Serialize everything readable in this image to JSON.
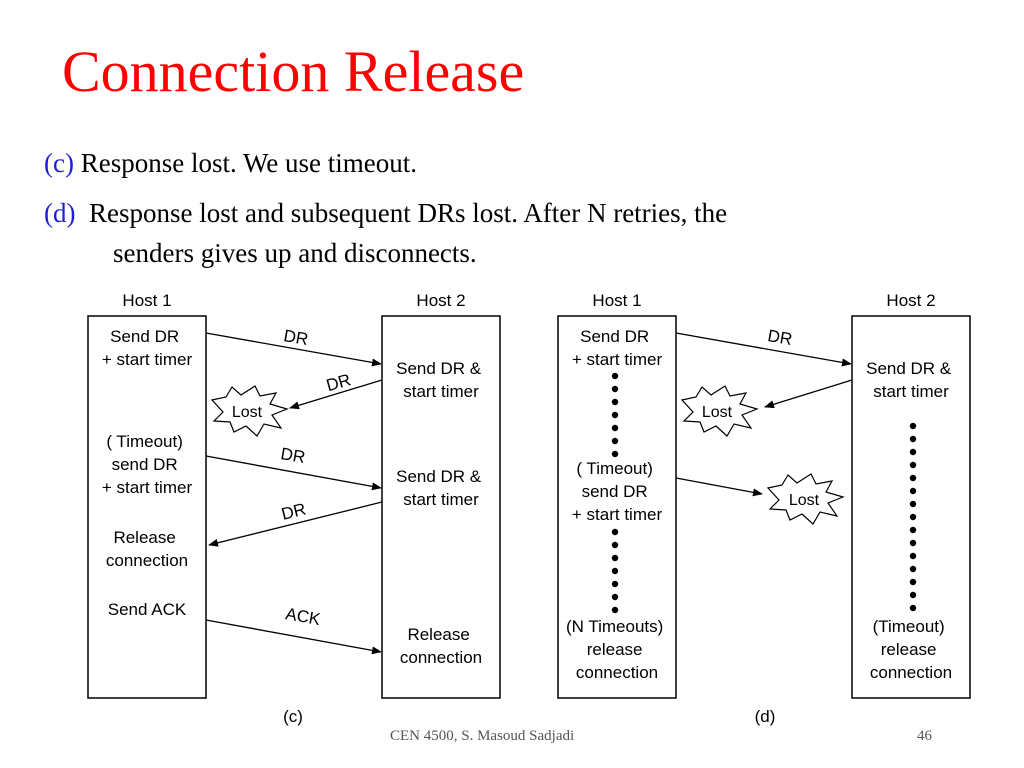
{
  "title": "Connection Release",
  "bullets": {
    "c_tag": "(c)",
    "c_text": "Response lost. We use timeout.",
    "d_tag": "(d)",
    "d_text": "Response lost and subsequent DRs lost. After N retries, the",
    "d_text2": "senders gives up and disconnects."
  },
  "diagram_c": {
    "host1": "Host 1",
    "host2": "Host 2",
    "h1_send_dr": [
      "Send DR",
      "+ start timer"
    ],
    "h1_timeout": [
      "( Timeout)",
      "send DR",
      "+ start timer"
    ],
    "h1_release": [
      "Release",
      "connection"
    ],
    "h1_send_ack": "Send ACK",
    "h2_send_dr_1": [
      "Send DR &",
      "start timer"
    ],
    "h2_send_dr_2": [
      "Send DR &",
      "start timer"
    ],
    "h2_release": [
      "Release",
      "connection"
    ],
    "msg_dr": "DR",
    "msg_ack": "ACK",
    "lost": "Lost",
    "caption": "(c)"
  },
  "diagram_d": {
    "host1": "Host 1",
    "host2": "Host 2",
    "h1_send_dr": [
      "Send DR",
      "+ start timer"
    ],
    "h1_timeout": [
      "( Timeout)",
      "send DR",
      "+ start timer"
    ],
    "h1_release": [
      "(N Timeouts)",
      "release",
      "connection"
    ],
    "h2_send_dr": [
      "Send DR &",
      "start timer"
    ],
    "h2_release": [
      "(Timeout)",
      "release",
      "connection"
    ],
    "msg_dr": "DR",
    "lost": "Lost",
    "caption": "(d)"
  },
  "footer": "CEN 4500, S. Masoud Sadjadi",
  "slide_number": "46"
}
